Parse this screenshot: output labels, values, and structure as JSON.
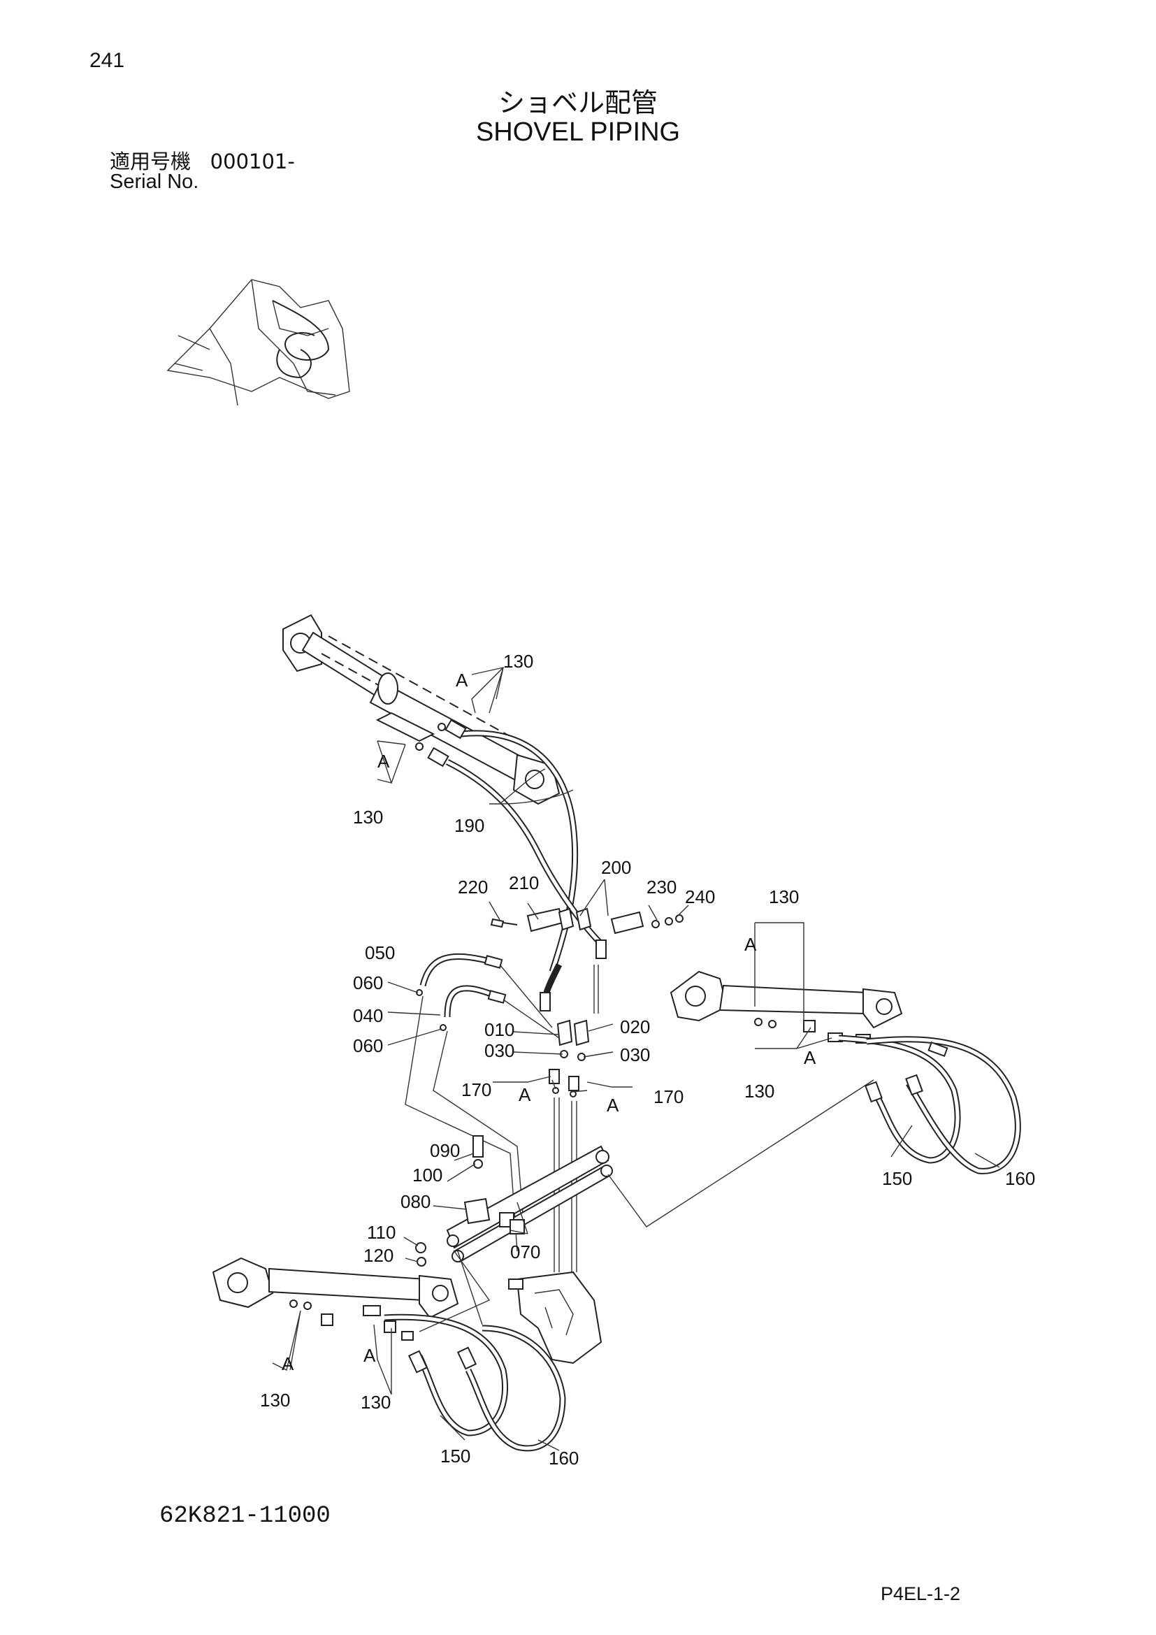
{
  "header": {
    "page_number": "241",
    "title_jp": "ショベル配管",
    "title_en": "SHOVEL PIPING",
    "serial_label_jp": "適用号機",
    "serial_value": "000101-",
    "serial_label_en": "Serial No."
  },
  "callouts": {
    "c130": "130",
    "c190": "190",
    "c200": "200",
    "c210": "210",
    "c220": "220",
    "c230": "230",
    "c240": "240",
    "c050": "050",
    "c060": "060",
    "c040": "040",
    "c010": "010",
    "c020": "020",
    "c030": "030",
    "c170": "170",
    "c090": "090",
    "c100": "100",
    "c080": "080",
    "c110": "110",
    "c120": "120",
    "c070": "070",
    "c150": "150",
    "c160": "160",
    "detail_a": "A"
  },
  "footer": {
    "drawing_number": "62K821-11000",
    "sheet_code": "P4EL-1-2"
  }
}
